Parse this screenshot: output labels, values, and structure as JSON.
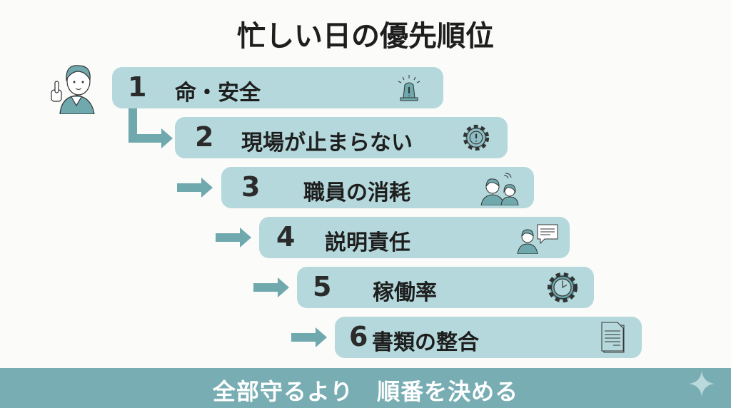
{
  "title": "忙しい日の優先順位",
  "items": [
    {
      "num": "1",
      "label": "命・安全",
      "icon": "alarm-light-icon"
    },
    {
      "num": "2",
      "label": "現場が止まらない",
      "icon": "gear-warning-icon"
    },
    {
      "num": "3",
      "label": "職員の消耗",
      "icon": "tired-staff-icon"
    },
    {
      "num": "4",
      "label": "説明責任",
      "icon": "person-speech-icon"
    },
    {
      "num": "5",
      "label": "稼働率",
      "icon": "gear-clock-icon"
    },
    {
      "num": "6",
      "label": "書類の整合",
      "icon": "documents-icon"
    }
  ],
  "banner": "全部守るより　順番を決める",
  "colors": {
    "bar": "#b4d8db",
    "banner": "#77adb3",
    "arrow": "#6fa9ae",
    "icon": "#5f9aa1"
  }
}
